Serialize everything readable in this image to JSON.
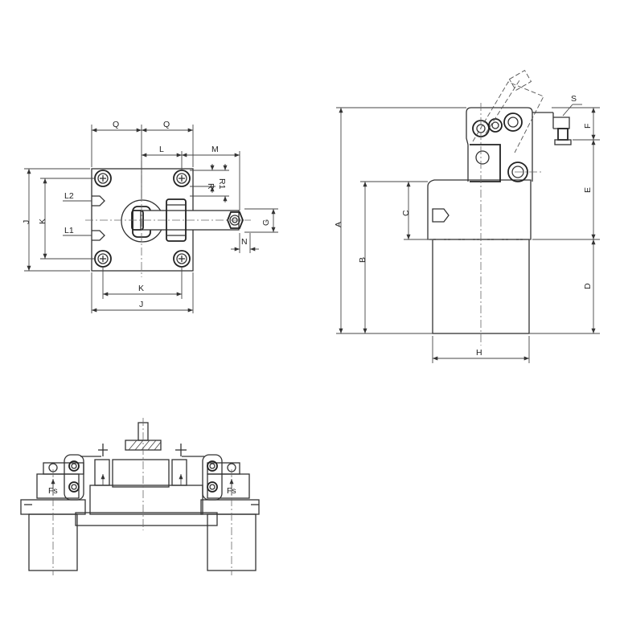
{
  "labels": {
    "Q": "Q",
    "L": "L",
    "M": "M",
    "R": "R",
    "R1": "R1",
    "J": "J",
    "K": "K",
    "L1": "L1",
    "L2": "L2",
    "G": "G",
    "N": "N",
    "A": "A",
    "B": "B",
    "C": "C",
    "D": "D",
    "E": "E",
    "F": "F",
    "H": "H",
    "S": "S"
  },
  "clamp_force_label": "Fs",
  "colors": {
    "line": "#333333",
    "background": "#ffffff"
  }
}
